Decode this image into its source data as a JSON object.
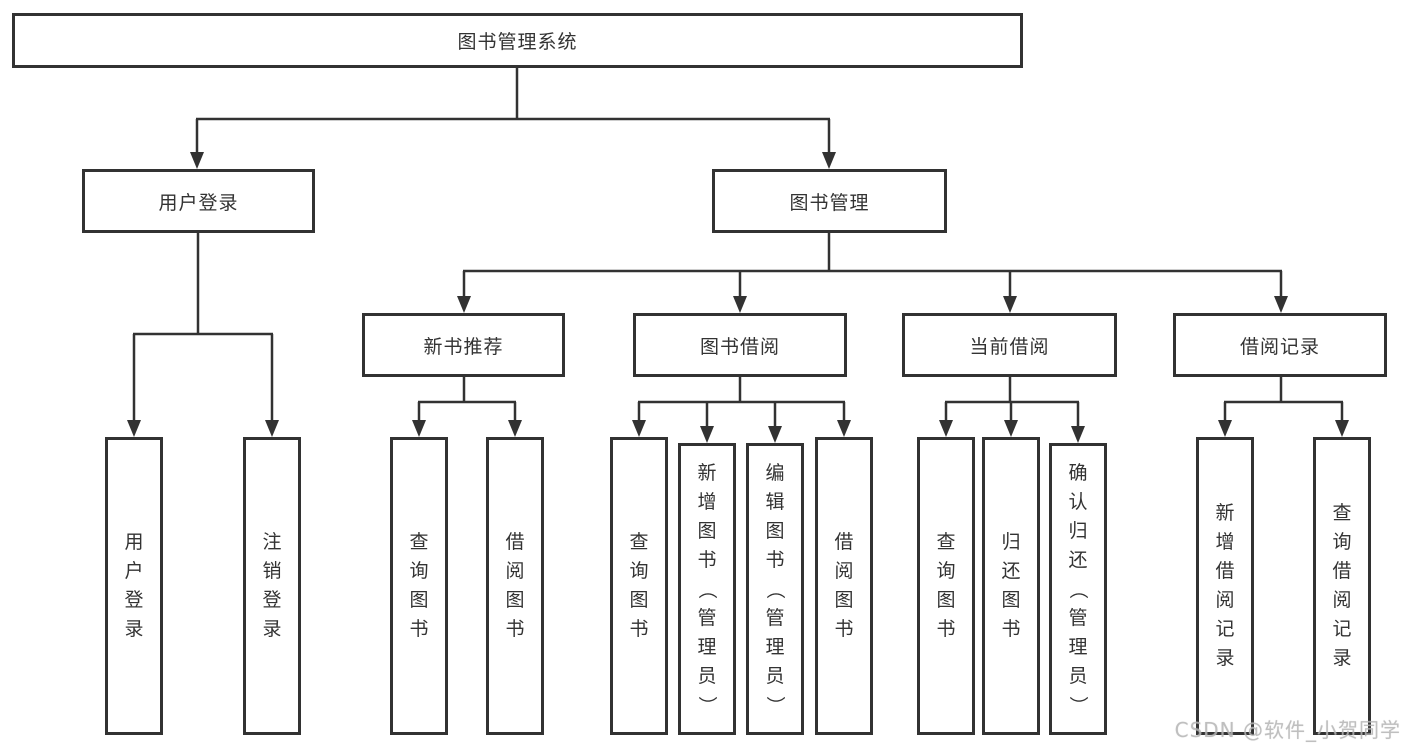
{
  "tree": {
    "root": {
      "label": "图书管理系统"
    },
    "level2": [
      {
        "label": "用户登录"
      },
      {
        "label": "图书管理"
      }
    ],
    "level3": [
      {
        "label": "新书推荐"
      },
      {
        "label": "图书借阅"
      },
      {
        "label": "当前借阅"
      },
      {
        "label": "借阅记录"
      }
    ],
    "leaves": {
      "user_login": [
        "用户登录",
        "注销登录"
      ],
      "new_book_rec": [
        "查询图书",
        "借阅图书"
      ],
      "book_borrow": [
        "查询图书",
        "新增图书（管理员）",
        "编辑图书（管理员）",
        "借阅图书"
      ],
      "current_borrow": [
        "查询图书",
        "归还图书",
        "确认归还（管理员）"
      ],
      "borrow_records": [
        "新增借阅记录",
        "查询借阅记录"
      ]
    }
  },
  "watermark": "CSDN @软件_小贺同学",
  "colors": {
    "line": "#323232",
    "box_border": "#323232",
    "text": "#333333",
    "watermark": "#b5b5b5",
    "background": "#ffffff"
  }
}
